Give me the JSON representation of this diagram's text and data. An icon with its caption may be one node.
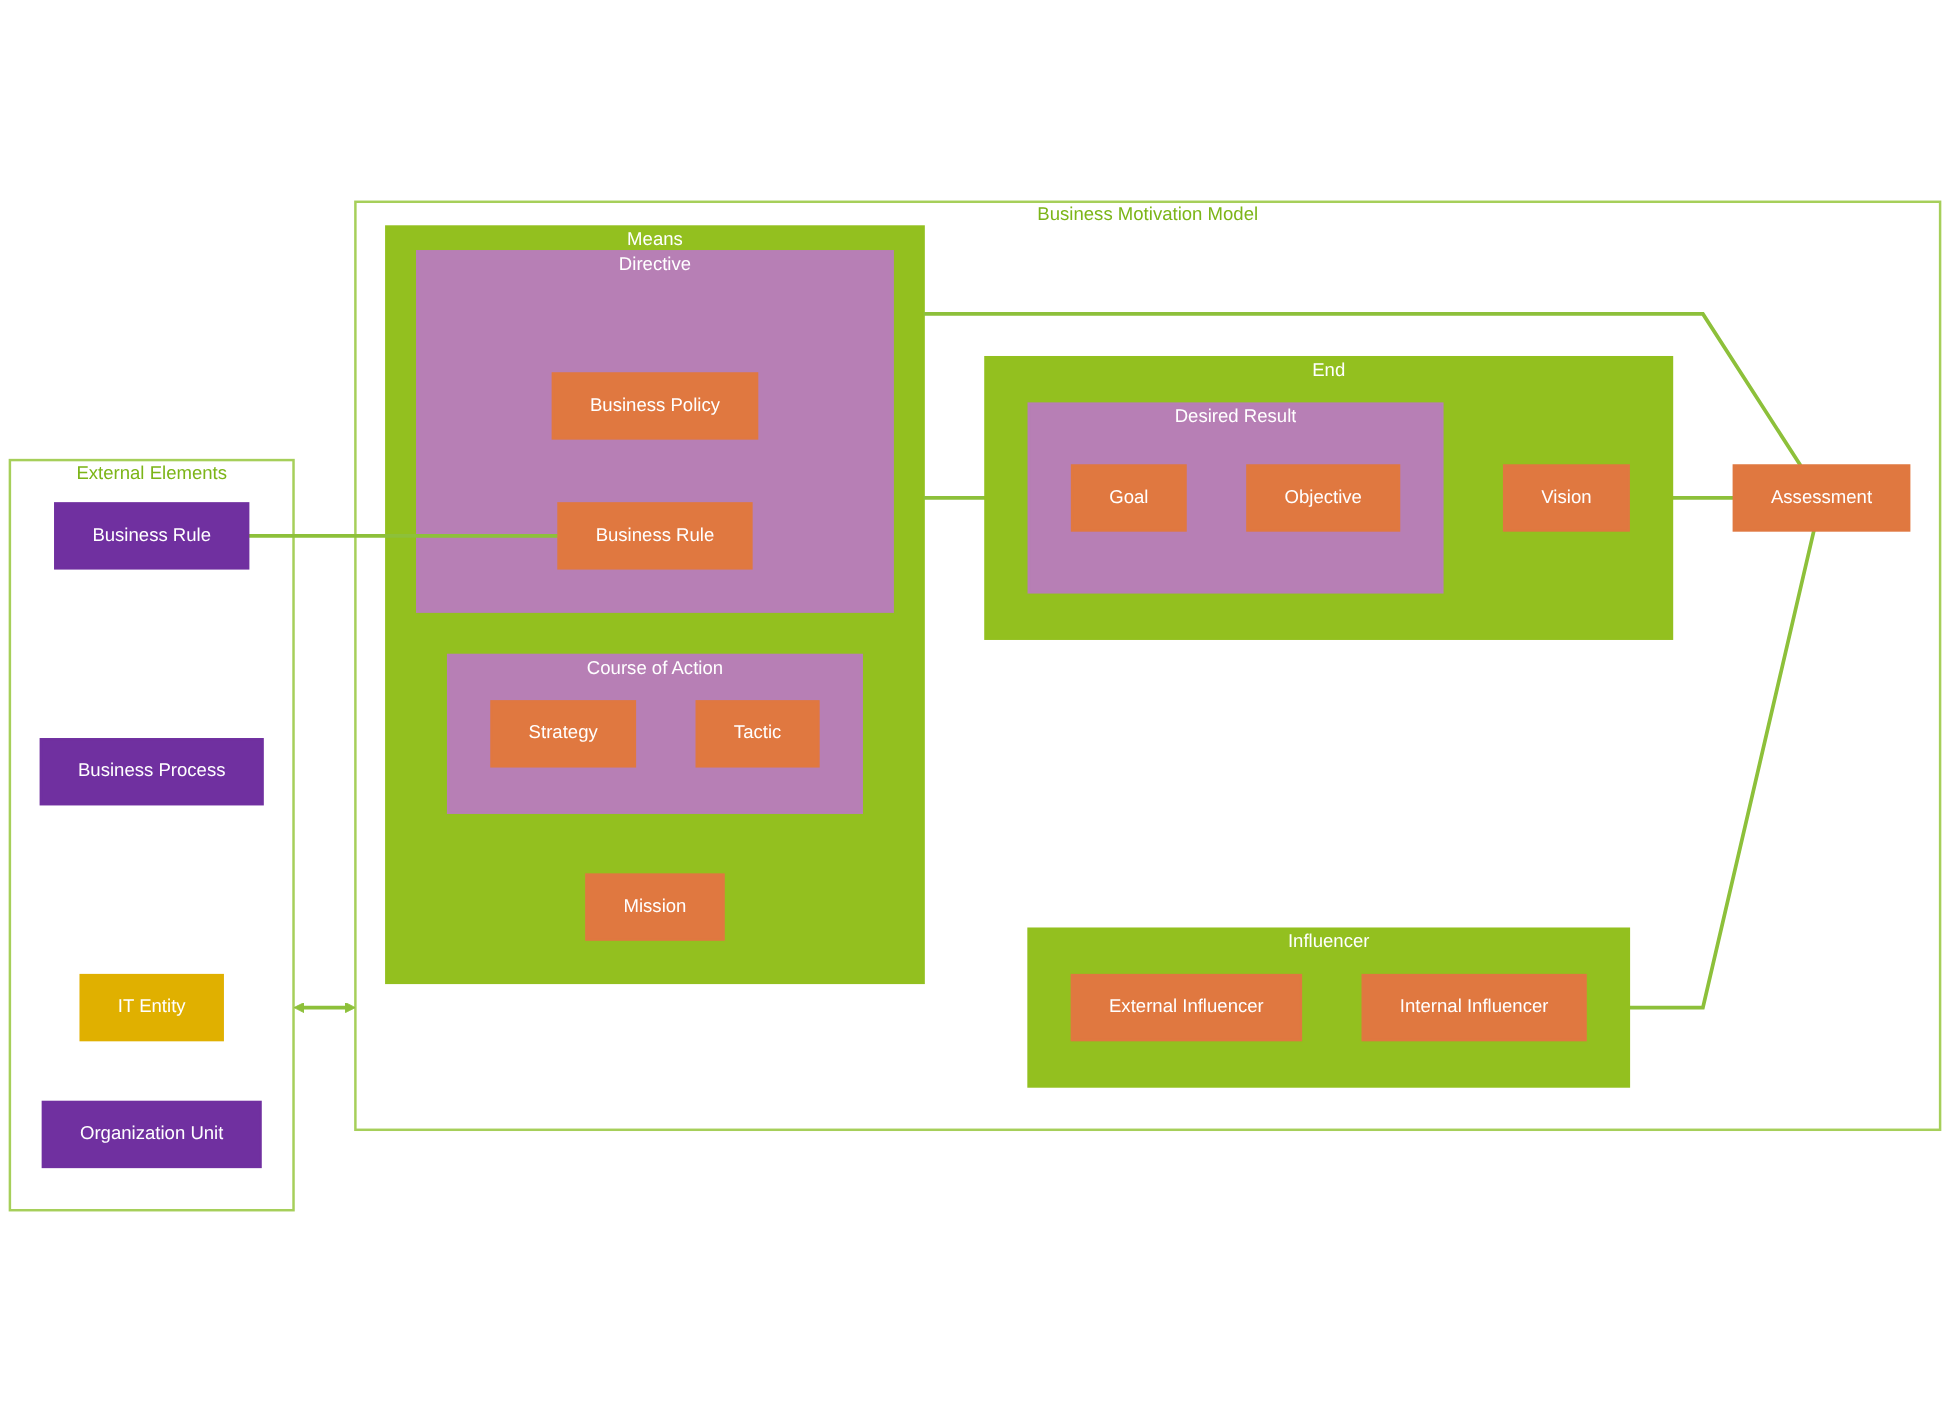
{
  "diagram": {
    "nodes": [
      {
        "text": [
          "External Elements"
        ]
      },
      {
        "text": [
          "IT Entity"
        ],
        "in": 0
      },
      {
        "text": [
          "Business Process"
        ],
        "in": 0
      },
      {
        "text": [
          "Business Rule"
        ],
        "in": 0
      },
      {
        "text": [
          "Organization Unit"
        ],
        "in": 0
      },
      {
        "text": [
          "Business Motivation Model"
        ]
      },
      {
        "text": [
          "Means"
        ],
        "in": 5
      },
      {
        "text": [
          "Mission"
        ],
        "in": 6
      },
      {
        "text": [
          "Course of Action"
        ],
        "in": 6
      },
      {
        "text": [
          "Strategy"
        ],
        "in": 8
      },
      {
        "text": [
          "Tactic"
        ],
        "in": 8
      },
      {
        "text": [
          "Directive"
        ],
        "in": 6
      },
      {
        "text": [
          "Business Policy"
        ],
        "in": 11
      },
      {
        "text": [
          "Business Rule"
        ],
        "in": 11
      },
      {
        "text": [
          "End"
        ],
        "in": 5
      },
      {
        "text": [
          "Vision"
        ],
        "in": 14
      },
      {
        "text": [
          "Desired Result"
        ],
        "in": 14
      },
      {
        "text": [
          "Goal"
        ],
        "in": 16
      },
      {
        "text": [
          "Objective"
        ],
        "in": 16
      },
      {
        "text": [
          "Influencer"
        ],
        "in": 5
      },
      {
        "text": [
          "External Influencer"
        ],
        "in": 19
      },
      {
        "text": [
          "Internal Influencer"
        ],
        "in": 19
      },
      {
        "text": [
          "Assessment"
        ],
        "in": 5
      }
    ],
    "edges": [
      {
        "from": 0,
        "to": 5,
        "arrow": "both"
      },
      {
        "from": 3,
        "to": 13,
        "arrow": "none"
      },
      {
        "from": 6,
        "to": 14,
        "arrow": "none"
      },
      {
        "from": 6,
        "to": 22,
        "arrow": "none"
      },
      {
        "from": 14,
        "to": 22,
        "arrow": "none"
      },
      {
        "from": 19,
        "to": 22,
        "arrow": "none"
      }
    ]
  }
}
